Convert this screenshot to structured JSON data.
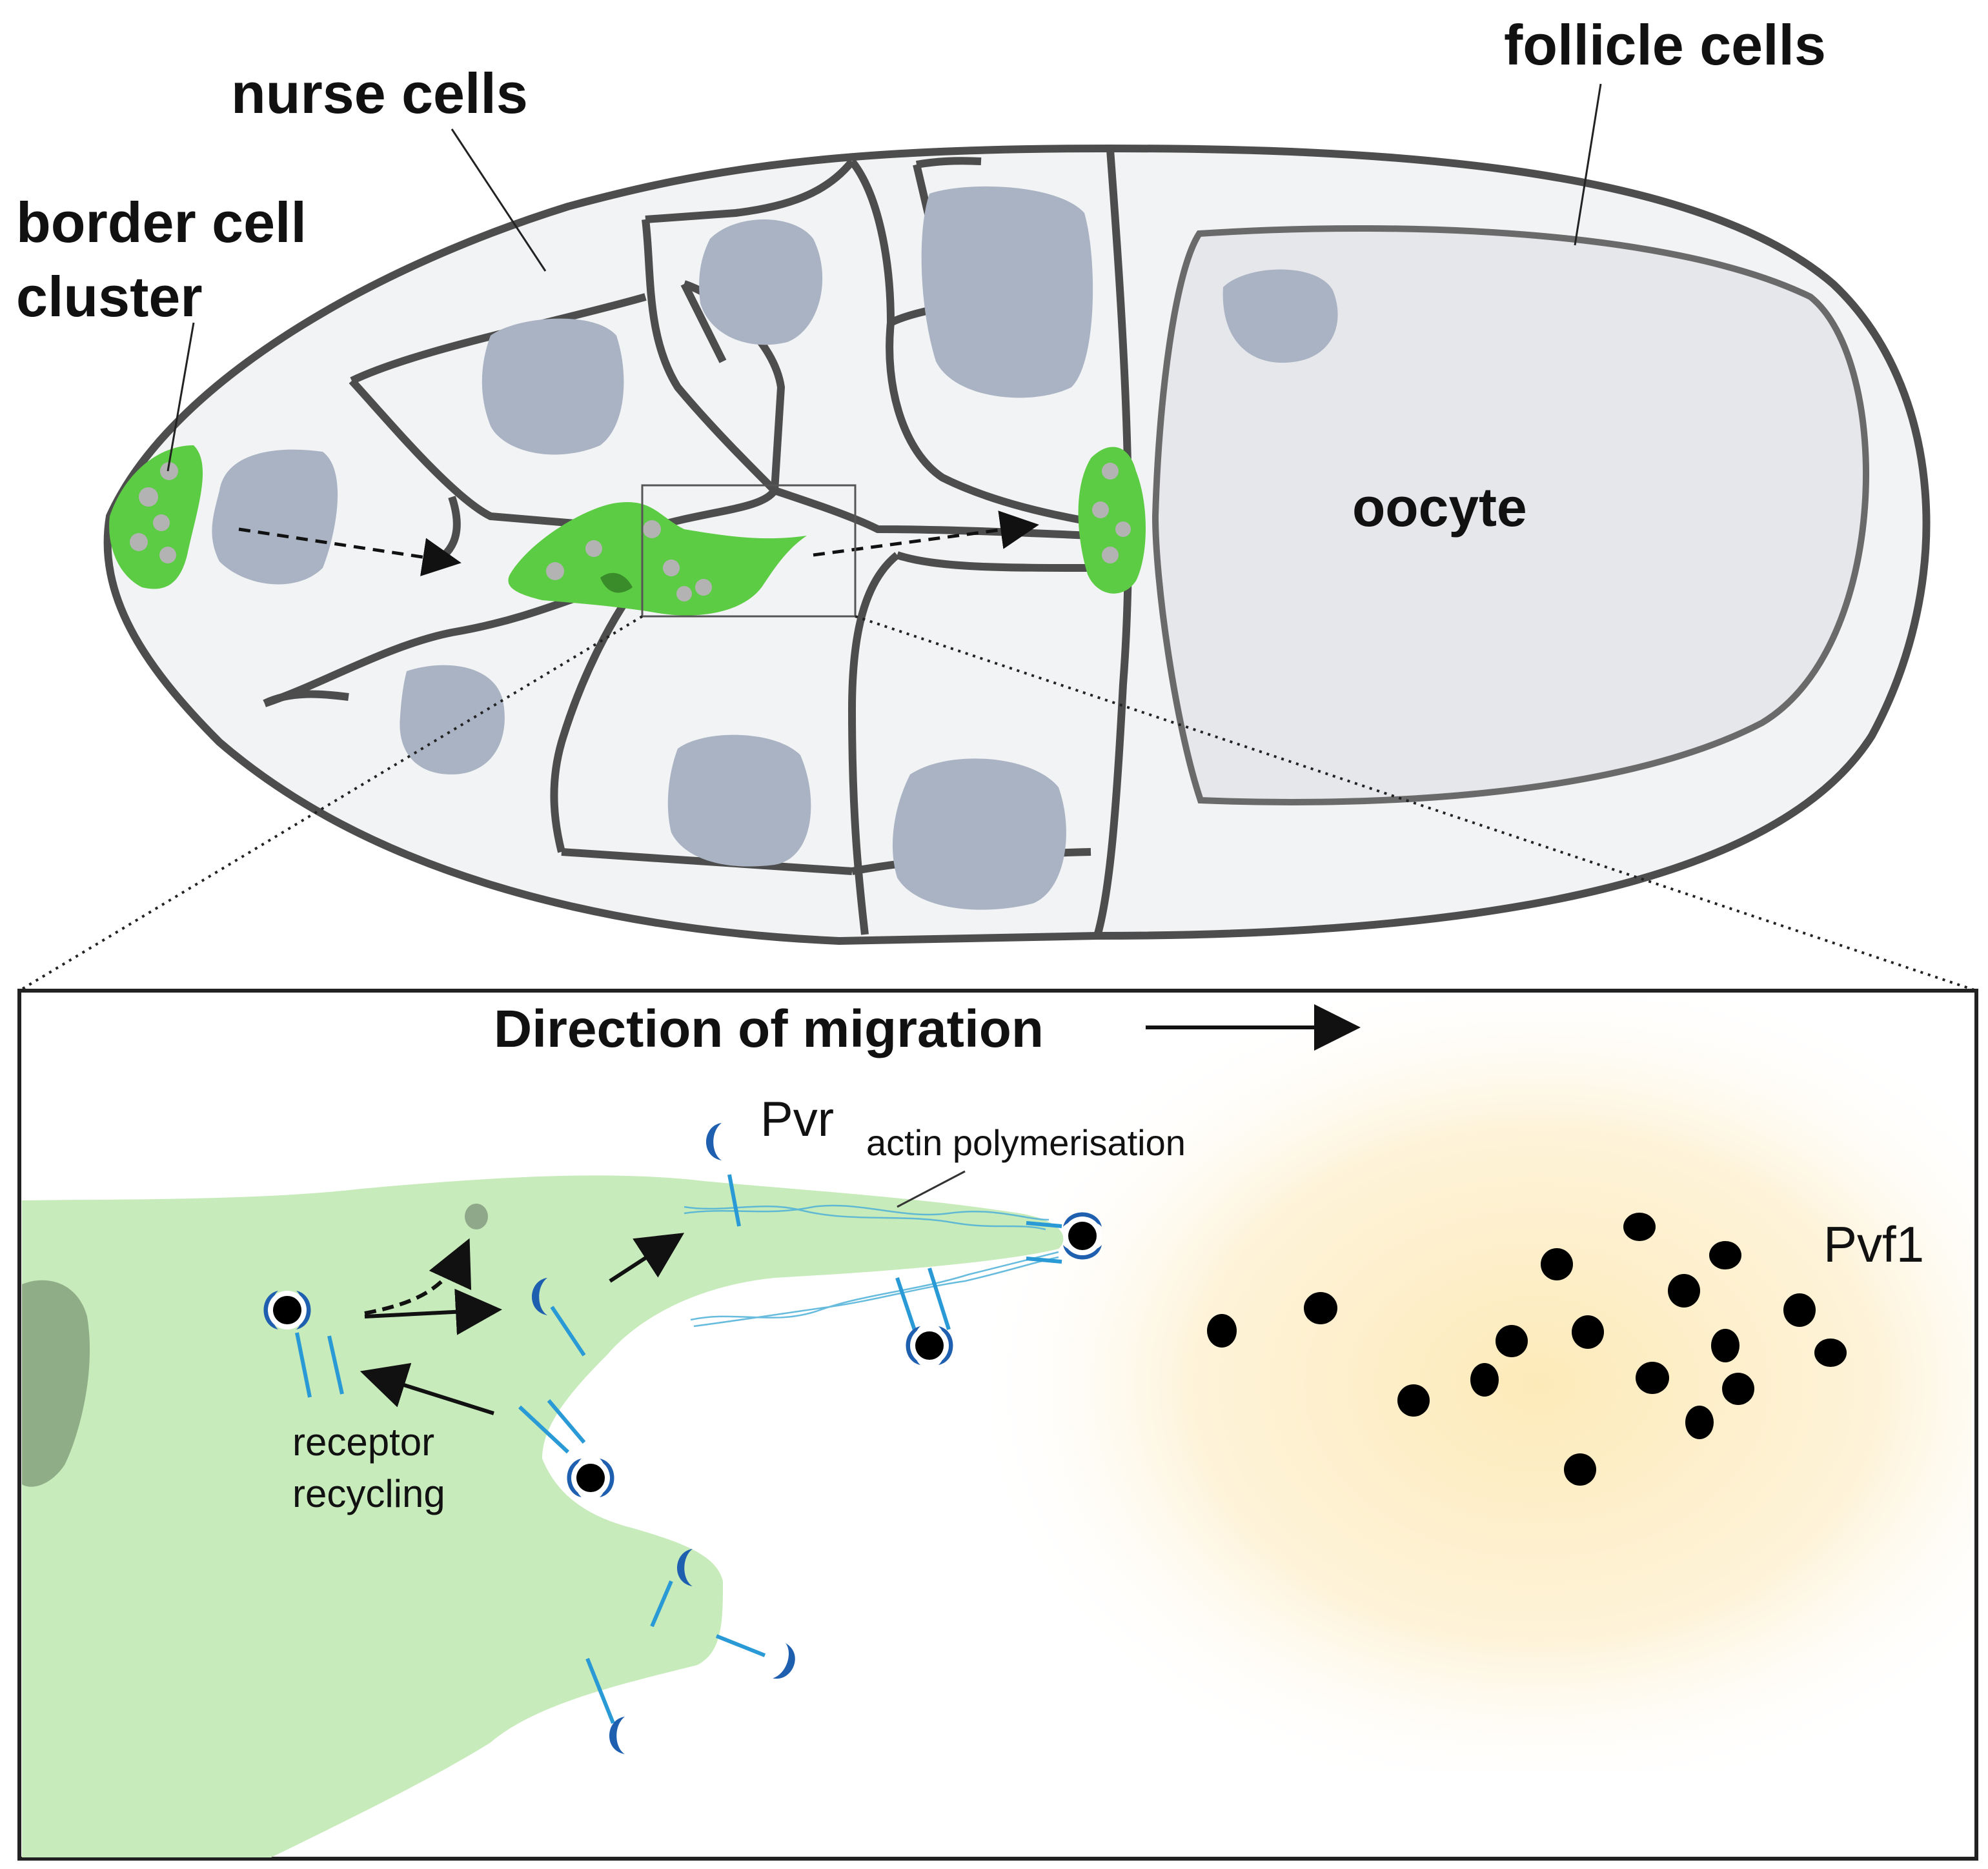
{
  "labels": {
    "follicle_cells": "follicle cells",
    "nurse_cells": "nurse cells",
    "border_cell_line1": "border cell",
    "border_cell_line2": "cluster",
    "oocyte": "oocyte",
    "direction": "Direction of migration",
    "pvr": "Pvr",
    "actin": "actin polymerisation",
    "pvf1": "Pvf1",
    "receptor_line1": "receptor",
    "receptor_line2": "recycling"
  },
  "colors": {
    "cell_outline": "#4d4d4d",
    "cell_fill": "#eef0f3",
    "nucleus": "#a9b3c3",
    "border_cell_green": "#5ccc44",
    "inset_cell_green": "#c7ebba",
    "receptor_blue": "#1f5fb0",
    "receptor_stalk": "#2a9ad6",
    "gradient_yellow": "#fde9b5",
    "ligand": "#000000"
  },
  "icons": {
    "receptor": "receptor-crescent-icon",
    "ligand": "ligand-dot-icon"
  }
}
